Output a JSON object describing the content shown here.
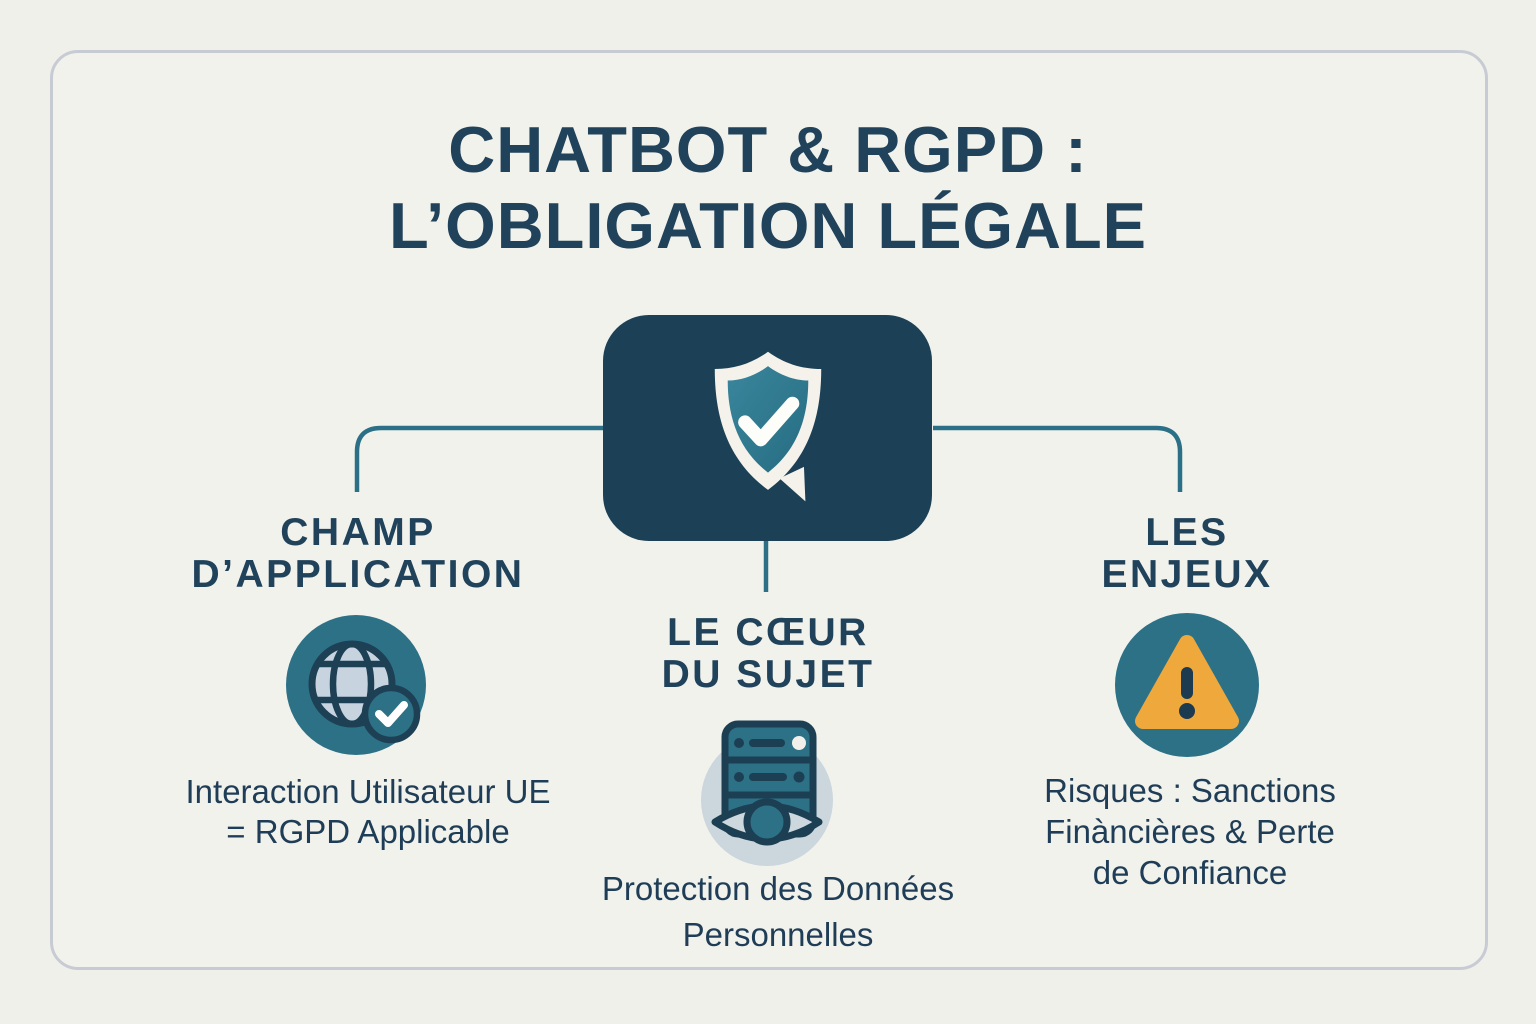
{
  "title": {
    "line1": "CHATBOT & RGPD :",
    "line2": "L’OBLIGATION LÉGALE"
  },
  "center_node": {
    "icon": "shield-check-icon"
  },
  "columns": {
    "left": {
      "heading": {
        "line1": "CHAMP",
        "line2": "D’APPLICATION"
      },
      "icon": "globe-check-icon",
      "body": {
        "line1": "Interaction Utilisateur UE",
        "line2": "= RGPD Applicable"
      }
    },
    "center": {
      "heading": {
        "line1": "LE CŒUR",
        "line2": "DU SUJET"
      },
      "icon": "server-eye-icon",
      "body": {
        "line1": "Protection des Données",
        "line2": "Personnelles"
      }
    },
    "right": {
      "heading": {
        "line1": "LES",
        "line2": "ENJEUX"
      },
      "icon": "warning-triangle-icon",
      "body": {
        "line1": "Risques : Sanctions",
        "line2": "Finàncières & Perte",
        "line3": "de Confiance"
      }
    }
  },
  "colors": {
    "background": "#f0f0ea",
    "frame_border": "#c7cbd4",
    "heading_text": "#20425a",
    "body_text": "#1f3d56",
    "dark_navy_box": "#1c4156",
    "teal_accent": "#2d7187",
    "connector_teal": "#2b7086",
    "warning_orange": "#efa83c",
    "globe_light_blue": "#c7d4e0",
    "icon_circle_light": "#ccd6dd",
    "shield_outline_offwhite": "#f4f2eb"
  }
}
